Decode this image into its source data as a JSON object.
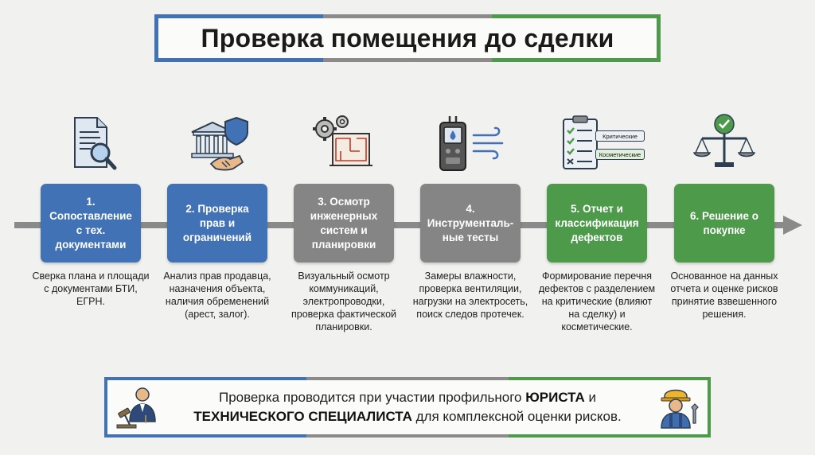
{
  "title": "Проверка помещения до сделки",
  "colors": {
    "blue": "#4272b6",
    "gray": "#858585",
    "green": "#4c9a4a",
    "line": "#8a8a8a"
  },
  "steps": [
    {
      "label": "1. Сопоставление с тех. документами",
      "description": "Сверка плана и площади с документами БТИ, ЕГРН.",
      "color": "blue",
      "icon": "document-magnifier-icon"
    },
    {
      "label": "2. Проверка прав и ограничений",
      "description": "Анализ прав продавца, назначения объекта, наличия обременений (арест, залог).",
      "color": "blue",
      "icon": "courthouse-handshake-shield-icon"
    },
    {
      "label": "3. Осмотр инженерных систем и планировки",
      "description": "Визуальный осмотр коммуникаций, электропроводки, проверка фактической планировки.",
      "color": "gray",
      "icon": "gears-floorplan-icon"
    },
    {
      "label": "4. Инструменталь-ные тесты",
      "description": "Замеры влажности, проверка вентиляции, нагрузки на электросеть, поиск следов протечек.",
      "color": "gray",
      "icon": "moisture-meter-wind-icon"
    },
    {
      "label": "5. Отчет и классификация дефектов",
      "description": "Формирование перечня дефектов с разделением на критические (влияют на сделку) и косметические.",
      "color": "green",
      "icon": "checklist-clipboard-icon",
      "icon_tags": [
        "Критические",
        "Косметические"
      ]
    },
    {
      "label": "6. Решение о покупке",
      "description": "Основанное на данных отчета и оценке рисков принятие взвешенного решения.",
      "color": "green",
      "icon": "scales-check-icon"
    }
  ],
  "footer": {
    "part1": "Проверка проводится при участии профильного ",
    "bold1": "ЮРИСТА",
    "part2": " и",
    "bold2": "ТЕХНИЧЕСКОГО СПЕЦИАЛИСТА",
    "part3": " для комплексной оценки рисков.",
    "left_icon": "lawyer-gavel-icon",
    "right_icon": "engineer-wrench-icon"
  }
}
